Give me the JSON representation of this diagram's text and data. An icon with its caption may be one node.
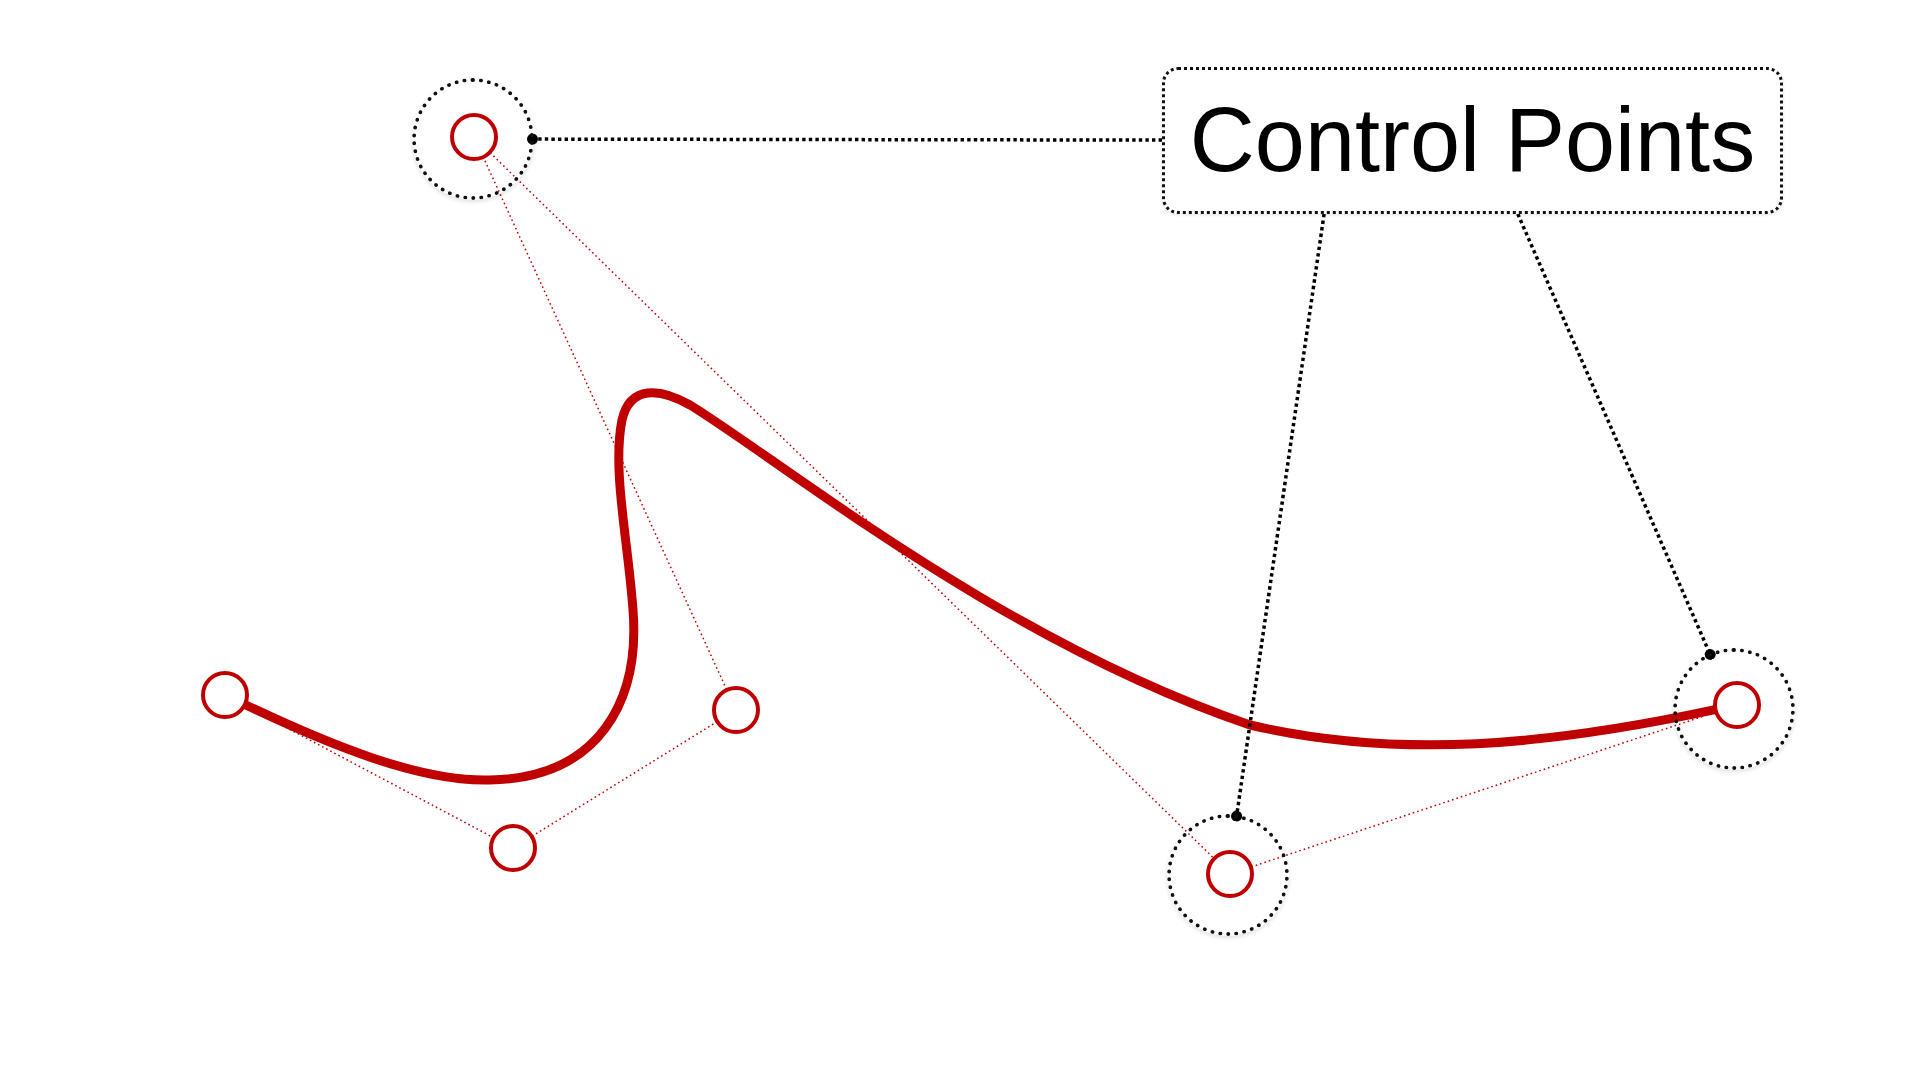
{
  "diagram": {
    "nodes": [
      {
        "text": [
          "Control Points"
        ]
      },
      {
        "text": [],
        "shape": "circle"
      },
      {
        "text": [],
        "shape": "circle"
      },
      {
        "text": [],
        "shape": "circle",
        "in": 2
      },
      {
        "text": [],
        "shape": "circle"
      },
      {
        "text": [],
        "shape": "circle"
      },
      {
        "text": [],
        "shape": "circle"
      },
      {
        "text": [],
        "shape": "circle",
        "in": 6
      },
      {
        "text": [],
        "shape": "circle"
      },
      {
        "text": [],
        "shape": "circle",
        "in": 8
      }
    ],
    "edges": [
      {
        "from": 1,
        "to": 9,
        "arrow": "none",
        "style": "thick"
      },
      {
        "from": 1,
        "to": 4,
        "arrow": "none",
        "style": "dashed"
      },
      {
        "from": 4,
        "to": 5,
        "arrow": "none",
        "style": "dashed"
      },
      {
        "from": 5,
        "to": 3,
        "arrow": "none",
        "style": "dashed"
      },
      {
        "from": 3,
        "to": 7,
        "arrow": "none",
        "style": "dashed"
      },
      {
        "from": 7,
        "to": 9,
        "arrow": "none",
        "style": "dashed"
      },
      {
        "from": 0,
        "to": 2,
        "arrow": "other",
        "style": "dashed",
        "color": "#000000"
      },
      {
        "from": 0,
        "to": 6,
        "arrow": "other",
        "style": "dashed",
        "color": "#000000"
      },
      {
        "from": 0,
        "to": 8,
        "arrow": "other",
        "style": "dashed",
        "color": "#000000"
      }
    ]
  }
}
